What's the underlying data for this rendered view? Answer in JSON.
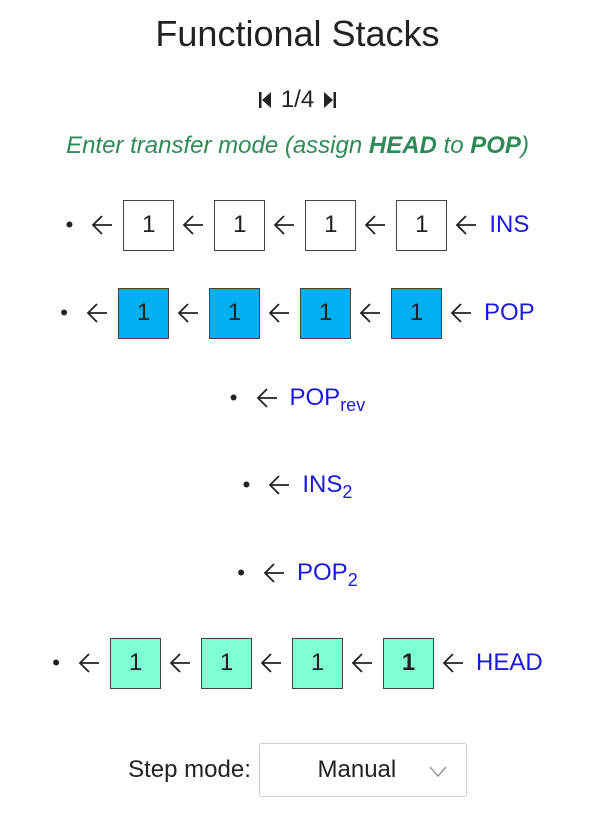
{
  "title": "Functional Stacks",
  "pager": {
    "current": "1/4",
    "first_icon": "skip-first-icon",
    "last_icon": "skip-last-icon"
  },
  "message": {
    "prefix": "Enter transfer mode (assign ",
    "source": "HEAD",
    "middle": " to ",
    "target": "POP",
    "suffix": ")"
  },
  "colors": {
    "message": "#2e8b57",
    "stack_name": "#1a1adb",
    "cell_white": "#ffffff",
    "cell_blue": "#00b0f0",
    "cell_green": "#7fffd4"
  },
  "bullet": "•",
  "arrow_icon": "left-arrow-icon",
  "stacks": [
    {
      "name": "INS",
      "sub": "",
      "style": "white",
      "cells": [
        "1",
        "1",
        "1",
        "1"
      ],
      "bold_index": -1
    },
    {
      "name": "POP",
      "sub": "",
      "style": "blue",
      "cells": [
        "1",
        "1",
        "1",
        "1"
      ],
      "bold_index": -1
    },
    {
      "name": "POP",
      "sub": "rev",
      "style": "white",
      "cells": [],
      "bold_index": -1
    },
    {
      "name": "INS",
      "sub": "2",
      "style": "white",
      "cells": [],
      "bold_index": -1
    },
    {
      "name": "POP",
      "sub": "2",
      "style": "white",
      "cells": [],
      "bold_index": -1
    },
    {
      "name": "HEAD",
      "sub": "",
      "style": "green",
      "cells": [
        "1",
        "1",
        "1",
        "1"
      ],
      "bold_index": 3
    }
  ],
  "step_mode": {
    "label": "Step mode:",
    "value": "Manual",
    "chevron_icon": "chevron-down-icon"
  }
}
